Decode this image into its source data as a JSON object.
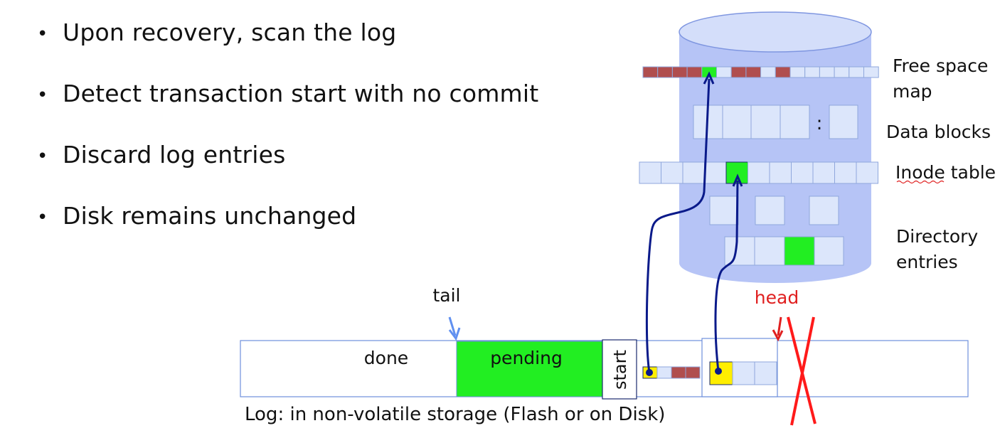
{
  "bullets": [
    "Upon recovery, scan the log",
    "Detect transaction start with no commit",
    "Discard log entries",
    "Disk remains unchanged"
  ],
  "disk_labels": {
    "free_space_map": "Free space\nmap",
    "data_blocks": "Data blocks",
    "inode_table": "Inode table",
    "directory_entries": "Directory\nentries"
  },
  "data_blocks_ellipsis": ":",
  "log": {
    "tail": "tail",
    "head": "head",
    "done": "done",
    "pending": "pending",
    "start": "start",
    "caption": "Log: in non-volatile storage (Flash or on Disk)"
  },
  "colors": {
    "cylinder_fill": "#b6c4f6",
    "cylinder_top": "#d4defa",
    "block_fill": "#dce6fb",
    "block_used": "#b04e4e",
    "block_new": "#22ee22",
    "pending": "#22ee22",
    "log_pointer": "#ffee00",
    "arrow": "#0a1a8a",
    "tail_arrow": "#6090f0",
    "head": "#e02020"
  }
}
